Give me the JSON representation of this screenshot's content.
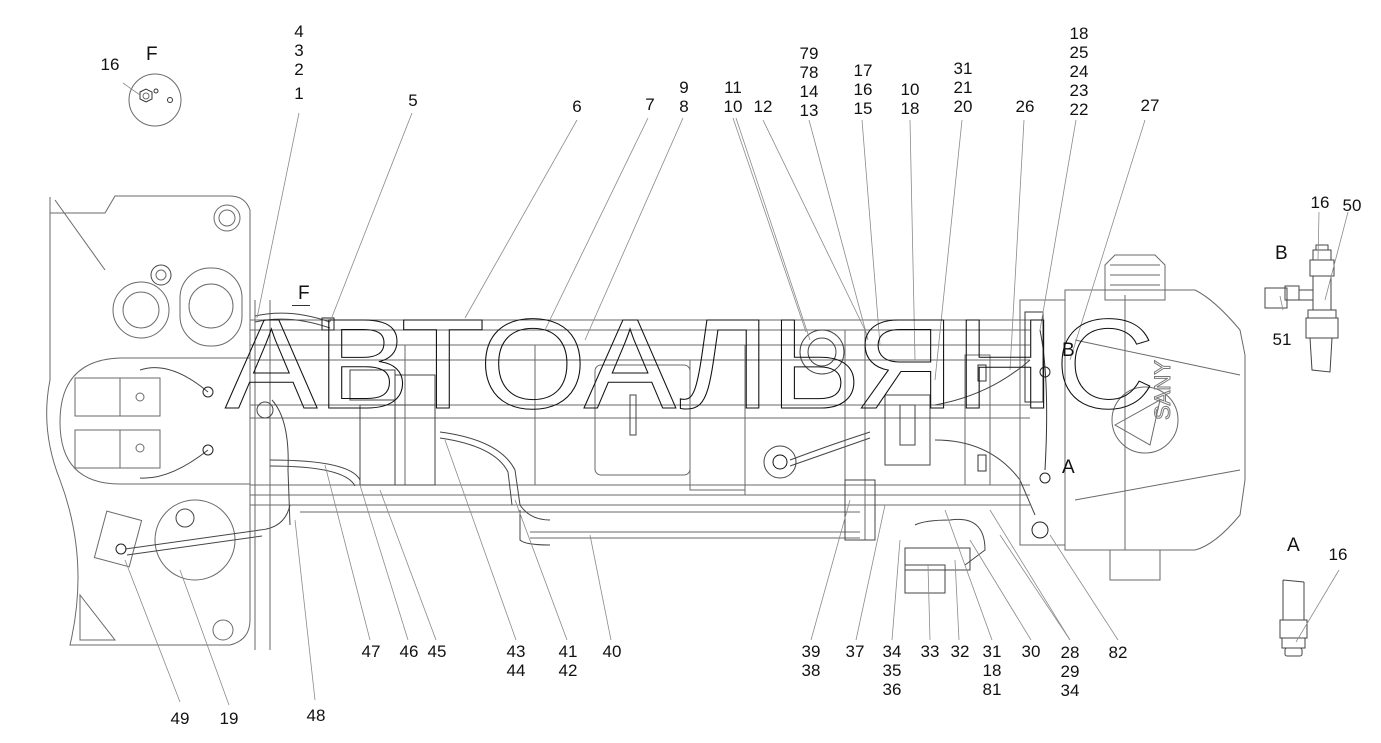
{
  "diagram": {
    "type": "exploded parts / hydraulic routing drawing",
    "brand_mark": "SANY",
    "watermark": "АВТОАЛЬЯНС",
    "views": [
      {
        "id": "F",
        "label": "F",
        "callouts": [
          "16"
        ]
      },
      {
        "id": "B",
        "label": "B",
        "callouts": [
          "16",
          "50",
          "51"
        ]
      },
      {
        "id": "A",
        "label": "A",
        "callouts": [
          "16"
        ]
      }
    ],
    "view_markers_on_main": [
      "F",
      "B",
      "A"
    ],
    "top_callouts": [
      {
        "id": "c-1-4",
        "numbers": [
          "4",
          "3",
          "2",
          "1"
        ]
      },
      {
        "id": "c-5",
        "numbers": [
          "5"
        ]
      },
      {
        "id": "c-6",
        "numbers": [
          "6"
        ]
      },
      {
        "id": "c-7",
        "numbers": [
          "7"
        ]
      },
      {
        "id": "c-8-9",
        "numbers": [
          "9",
          "8"
        ]
      },
      {
        "id": "c-10-11",
        "numbers": [
          "11",
          "10"
        ]
      },
      {
        "id": "c-12",
        "numbers": [
          "12"
        ]
      },
      {
        "id": "c-13",
        "numbers": [
          "79",
          "78",
          "14",
          "13"
        ]
      },
      {
        "id": "c-15",
        "numbers": [
          "17",
          "16",
          "15"
        ]
      },
      {
        "id": "c-18",
        "numbers": [
          "10",
          "18"
        ]
      },
      {
        "id": "c-20",
        "numbers": [
          "31",
          "21",
          "20"
        ]
      },
      {
        "id": "c-26",
        "numbers": [
          "26"
        ]
      },
      {
        "id": "c-22",
        "numbers": [
          "18",
          "25",
          "24",
          "23",
          "22"
        ]
      },
      {
        "id": "c-27",
        "numbers": [
          "27"
        ]
      }
    ],
    "bottom_callouts": [
      {
        "id": "c-49",
        "numbers": [
          "49"
        ]
      },
      {
        "id": "c-19",
        "numbers": [
          "19"
        ]
      },
      {
        "id": "c-48",
        "numbers": [
          "48"
        ]
      },
      {
        "id": "c-47",
        "numbers": [
          "47"
        ]
      },
      {
        "id": "c-46",
        "numbers": [
          "46"
        ]
      },
      {
        "id": "c-45",
        "numbers": [
          "45"
        ]
      },
      {
        "id": "c-43",
        "numbers": [
          "43",
          "44"
        ]
      },
      {
        "id": "c-41",
        "numbers": [
          "41",
          "42"
        ]
      },
      {
        "id": "c-40",
        "numbers": [
          "40"
        ]
      },
      {
        "id": "c-39",
        "numbers": [
          "39",
          "38"
        ]
      },
      {
        "id": "c-37",
        "numbers": [
          "37"
        ]
      },
      {
        "id": "c-34",
        "numbers": [
          "34",
          "35",
          "36"
        ]
      },
      {
        "id": "c-33",
        "numbers": [
          "33"
        ]
      },
      {
        "id": "c-32",
        "numbers": [
          "32"
        ]
      },
      {
        "id": "c-31",
        "numbers": [
          "31",
          "18",
          "81"
        ]
      },
      {
        "id": "c-30",
        "numbers": [
          "30"
        ]
      },
      {
        "id": "c-28",
        "numbers": [
          "28",
          "29",
          "34"
        ]
      },
      {
        "id": "c-82",
        "numbers": [
          "82"
        ]
      }
    ]
  }
}
